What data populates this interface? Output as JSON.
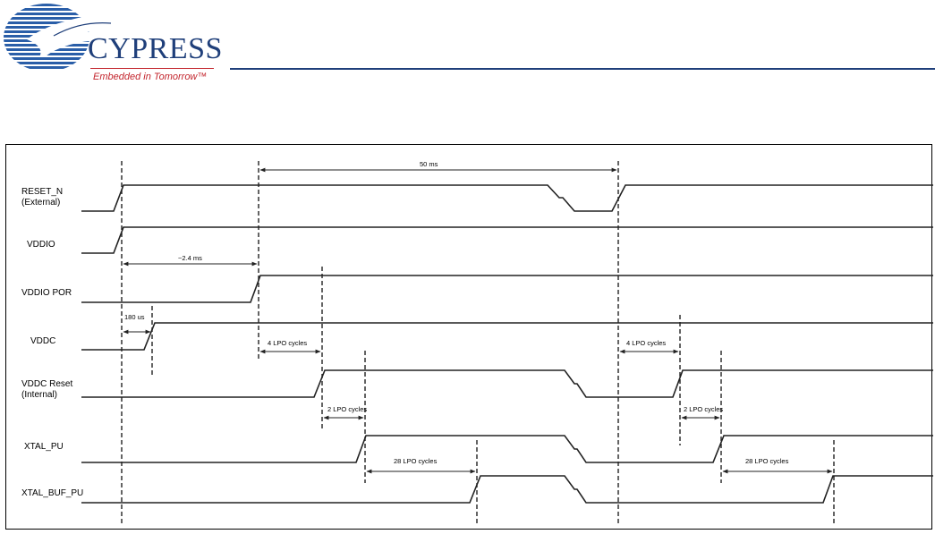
{
  "header": {
    "brand": "CYPRESS",
    "tagline": "Embedded in Tomorrow™",
    "brand_color": "#1f3f7a",
    "accent_color": "#c3262e"
  },
  "signals": [
    {
      "id": "reset_n",
      "line1": "RESET_N",
      "line2": "(External)"
    },
    {
      "id": "vddio",
      "line1": "VDDIO",
      "line2": ""
    },
    {
      "id": "vddio_por",
      "line1": "VDDIO POR",
      "line2": ""
    },
    {
      "id": "vddc",
      "line1": "VDDC",
      "line2": ""
    },
    {
      "id": "vddc_reset",
      "line1": "VDDC Reset",
      "line2": "(Internal)"
    },
    {
      "id": "xtal_pu",
      "line1": "XTAL_PU",
      "line2": ""
    },
    {
      "id": "xtal_buf_pu",
      "line1": "XTAL_BUF_PU",
      "line2": ""
    }
  ],
  "annotations": {
    "t_50ms": "50 ms",
    "t_2_4ms": "~2.4 ms",
    "t_180us": "180 us",
    "lpo4_a": "4 LPO cycles",
    "lpo4_b": "4 LPO cycles",
    "lpo2_a": "2 LPO cycles",
    "lpo2_b": "2 LPO cycles",
    "lpo28_a": "28 LPO cycles",
    "lpo28_b": "28 LPO cycles"
  }
}
